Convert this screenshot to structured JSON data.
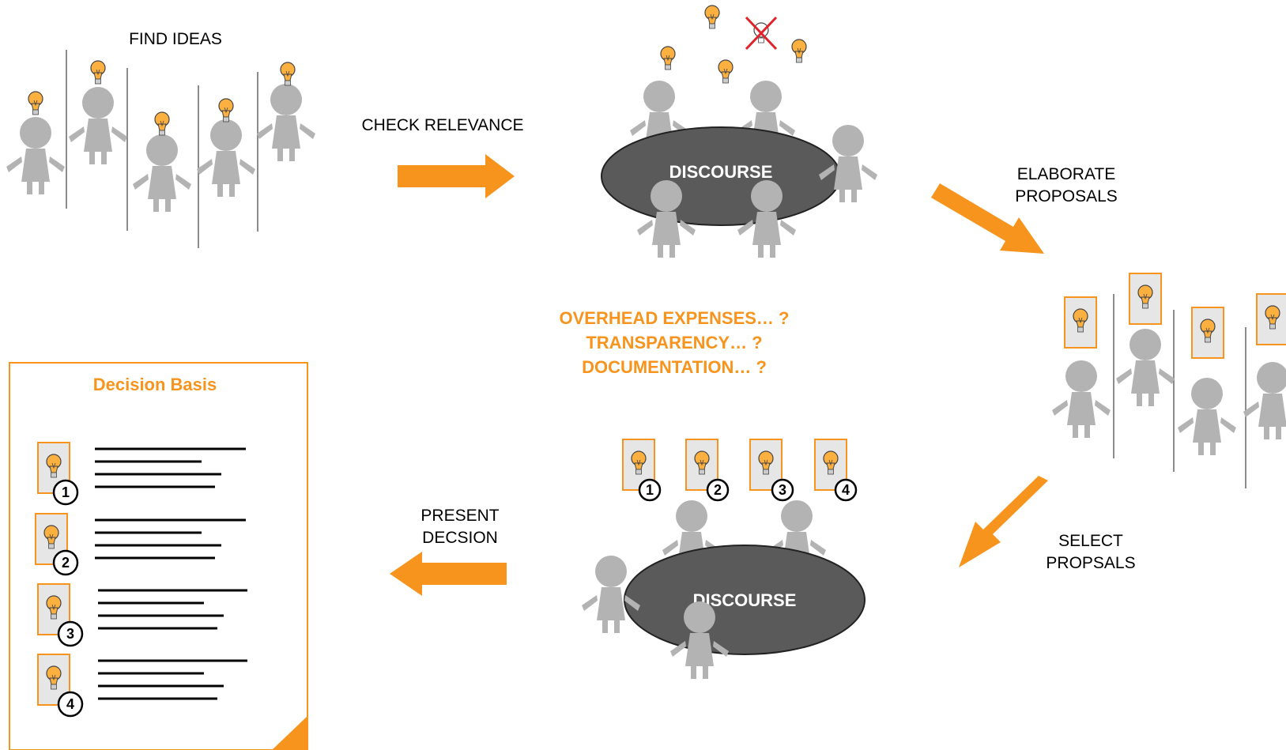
{
  "labels": {
    "find_ideas": "FIND IDEAS",
    "check_relevance": "CHECK RELEVANCE",
    "elaborate_proposals_1": "ELABORATE",
    "elaborate_proposals_2": "PROPOSALS",
    "select_proposals_1": "SELECT",
    "select_proposals_2": "PROPSALS",
    "present_decision_1": "PRESENT",
    "present_decision_2": "DECSION",
    "discourse_top": "DISCOURSE",
    "discourse_bottom": "DISCOURSE"
  },
  "questions": [
    "OVERHEAD EXPENSES… ?",
    "TRANSPARENCY… ?",
    "DOCUMENTATION… ?"
  ],
  "document": {
    "title": "Decision Basis",
    "items": [
      "1",
      "2",
      "3",
      "4"
    ]
  },
  "proposal_numbers": [
    "1",
    "2",
    "3",
    "4"
  ],
  "colors": {
    "accent": "#f7941d",
    "person": "#b3b3b3",
    "discourse": "#5a5a5a",
    "bulb": "#fbb040"
  }
}
